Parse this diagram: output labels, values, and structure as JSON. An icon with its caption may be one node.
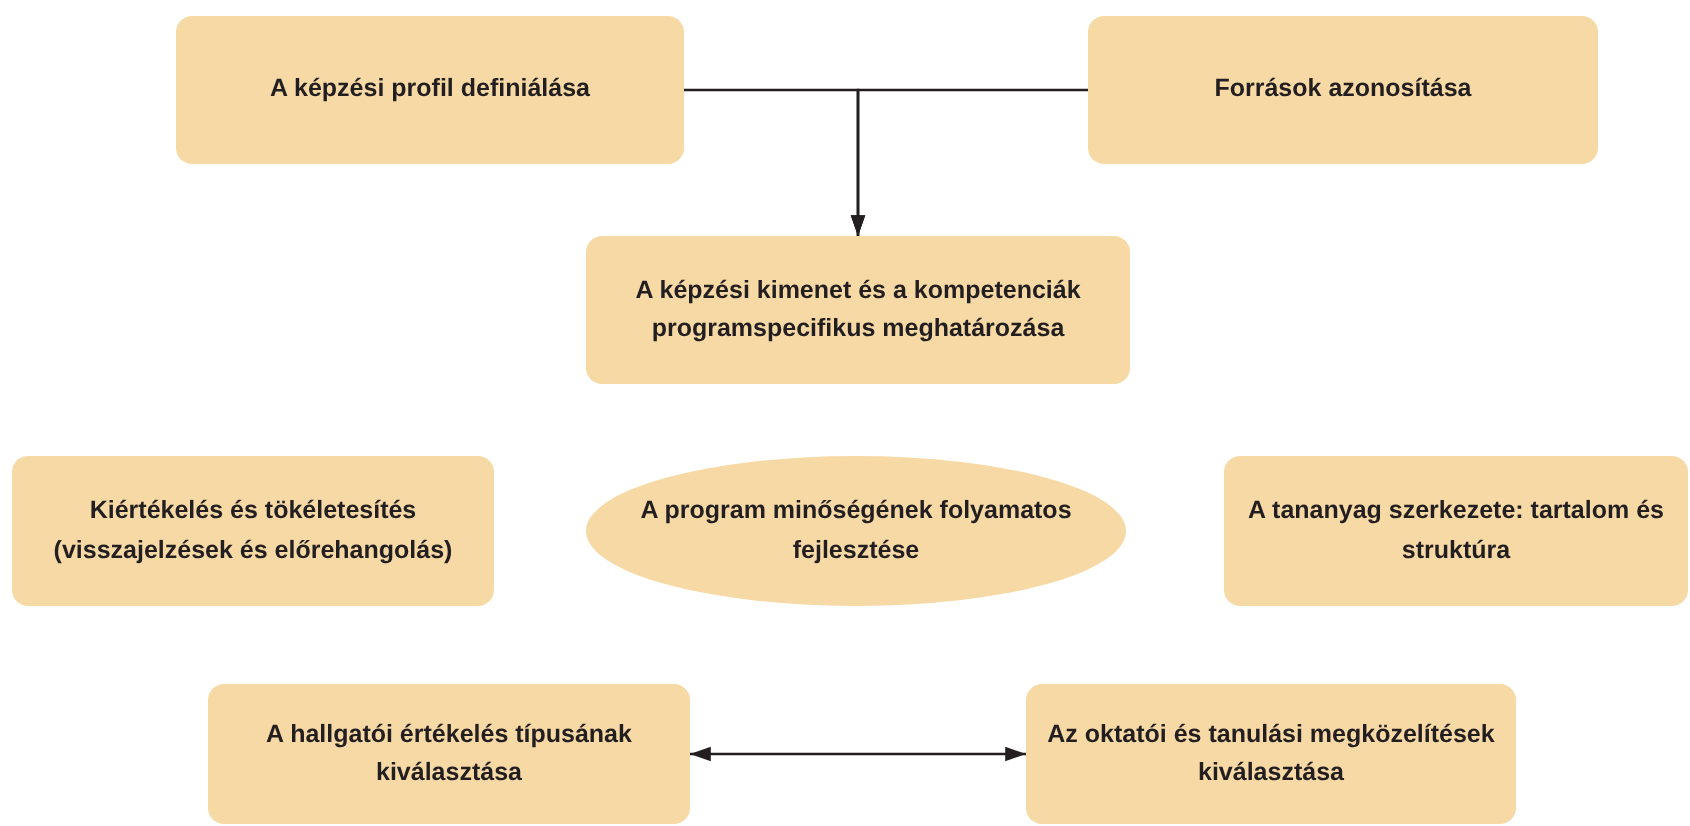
{
  "diagram": {
    "nodes": [
      {
        "text": [
          "A képzési profil definiálása"
        ]
      },
      {
        "text": [
          "Források azonosítása"
        ]
      },
      {
        "text": [
          "A képzési kimenet és a kompetenciák programspecifikus meghatározása"
        ]
      },
      {
        "text": [
          "Kiértékelés és tökéletesítés (visszajelzések és előrehangolás)"
        ]
      },
      {
        "text": [
          "A program minőségének folyamatos fejlesztése"
        ]
      },
      {
        "text": [
          "A tananyag szerkezete: tartalom és struktúra"
        ]
      },
      {
        "text": [
          "A hallgatói értékelés típusának kiválasztása"
        ]
      },
      {
        "text": [
          "Az oktatói és tanulási megközelítések kiválasztása"
        ]
      }
    ],
    "edges": [
      {
        "from": 0,
        "to": 2,
        "arrow": "to"
      },
      {
        "from": 1,
        "to": 2,
        "arrow": "to"
      },
      {
        "from": 6,
        "to": 7,
        "arrow": "both"
      }
    ]
  }
}
